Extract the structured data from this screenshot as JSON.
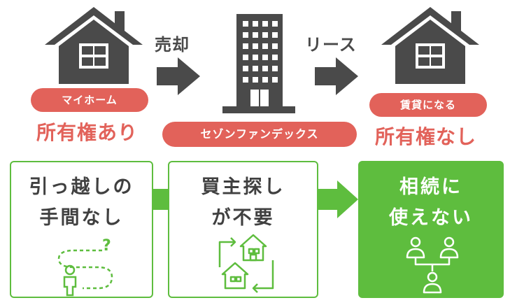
{
  "top_row": {
    "left": {
      "badge": "マイホーム",
      "caption": "所有権あり"
    },
    "arrow1_label": "売却",
    "center": {
      "badge": "セゾンファンデックス"
    },
    "arrow2_label": "リース",
    "right": {
      "badge": "賃貸になる",
      "caption": "所有権なし"
    }
  },
  "bottom_row": {
    "box1": {
      "line1": "引っ越しの",
      "line2": "手間なし"
    },
    "box2": {
      "line1": "買主探し",
      "line2": "が不要"
    },
    "box3": {
      "line1": "相続に",
      "line2": "使えない"
    }
  },
  "colors": {
    "accent_red": "#e2625a",
    "accent_green": "#5ebd3e",
    "icon_gray": "#4a4a4a"
  }
}
